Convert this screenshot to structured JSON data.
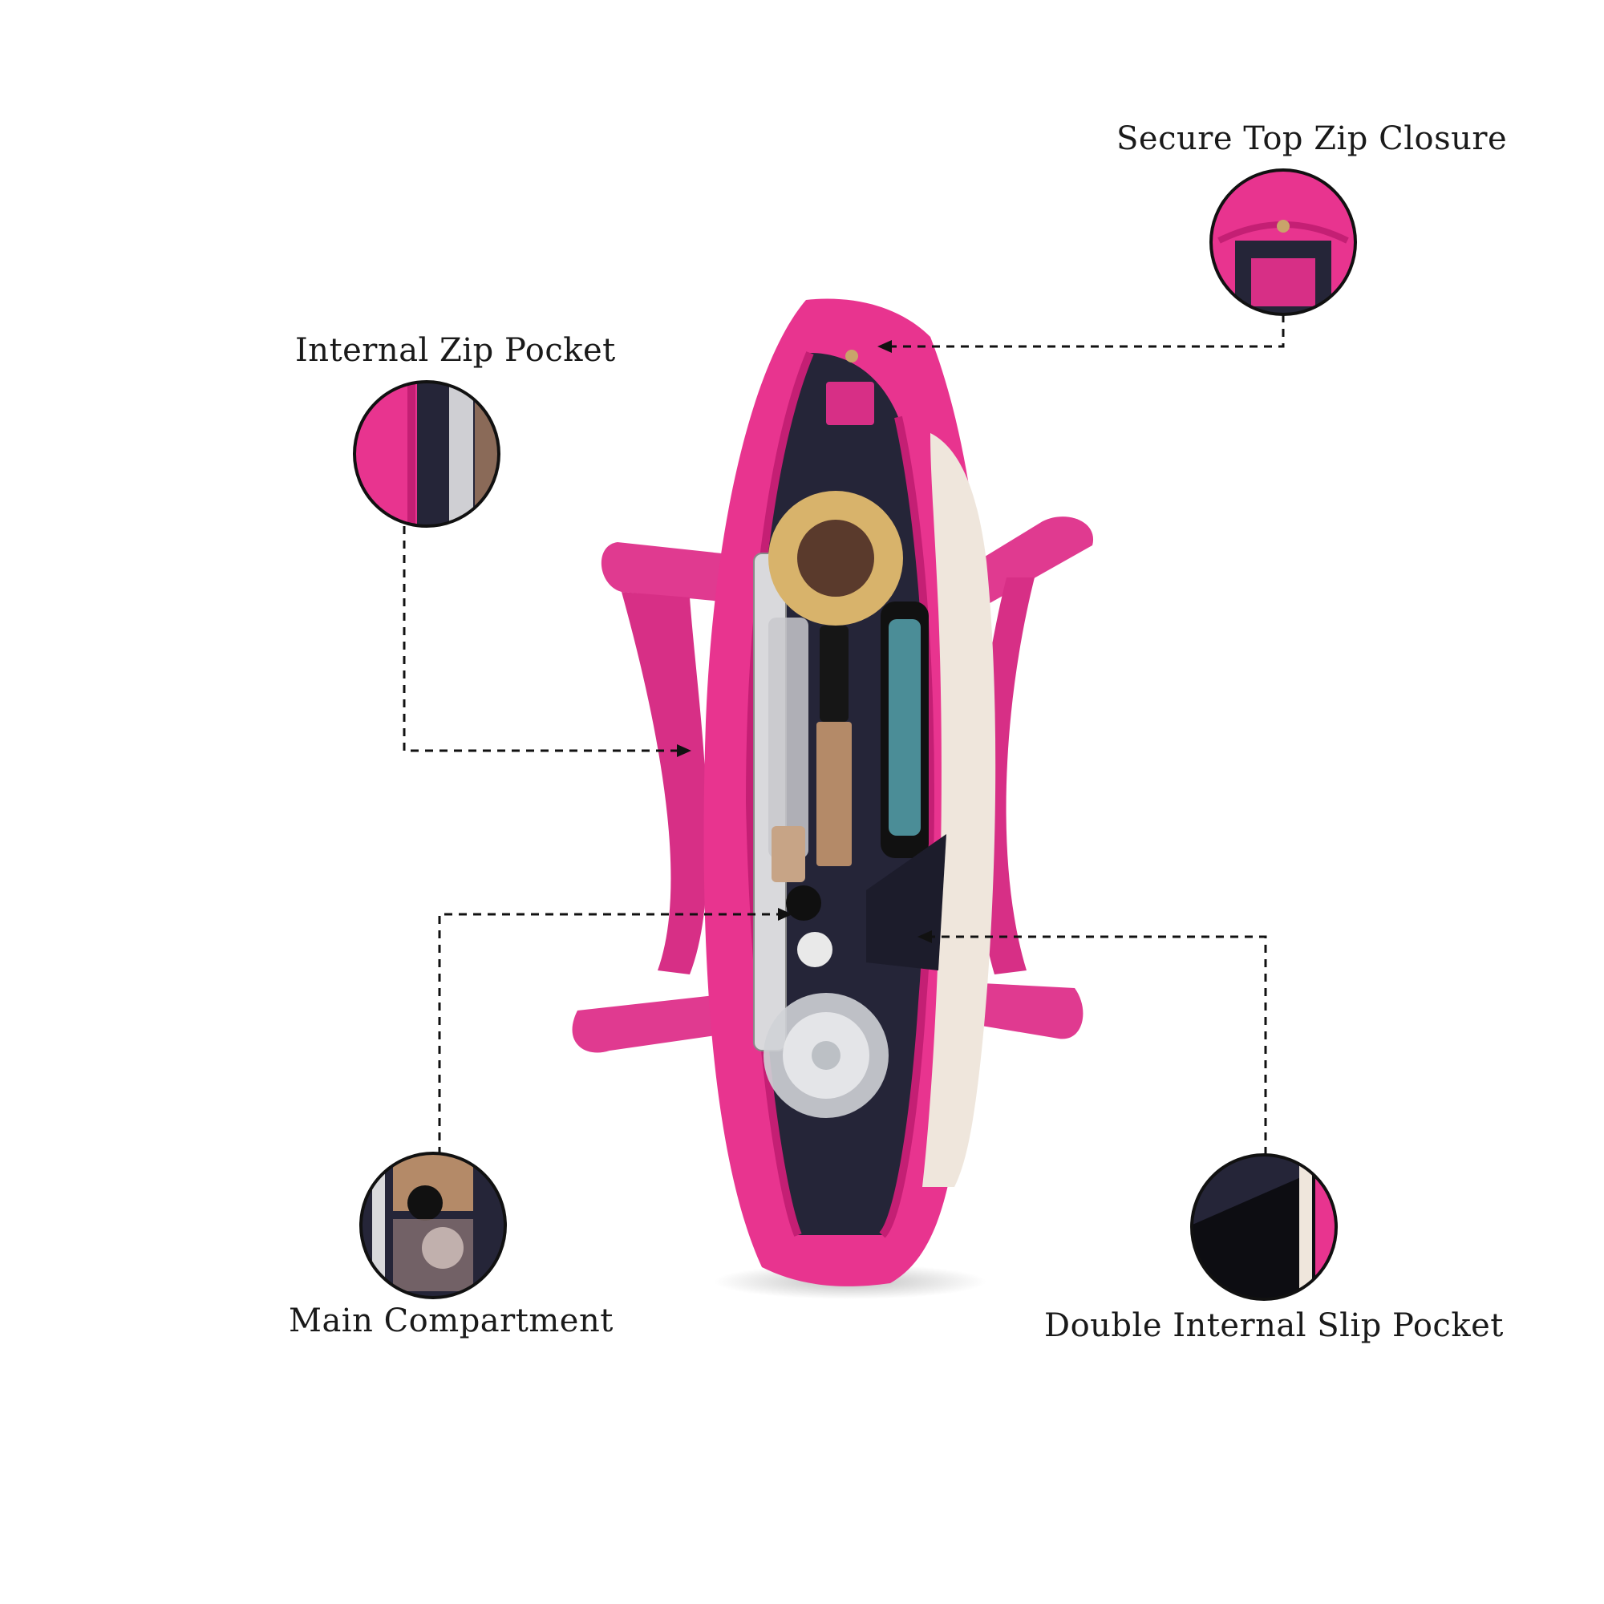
{
  "features": [
    {
      "id": "top-zip",
      "label": "Secure Top Zip Closure",
      "icon": "zip-closure-detail"
    },
    {
      "id": "internal-zip",
      "label": "Internal Zip Pocket",
      "icon": "zip-pocket-detail"
    },
    {
      "id": "main",
      "label": "Main Compartment",
      "icon": "main-compartment-detail"
    },
    {
      "id": "double-slip",
      "label": "Double Internal Slip Pocket",
      "icon": "slip-pocket-detail"
    }
  ],
  "colors": {
    "bag_pink": "#e8348f",
    "bag_pink_dark": "#c41f74",
    "bag_cream": "#efe6dc",
    "lining_navy": "#252538",
    "callout_line": "#111111"
  }
}
